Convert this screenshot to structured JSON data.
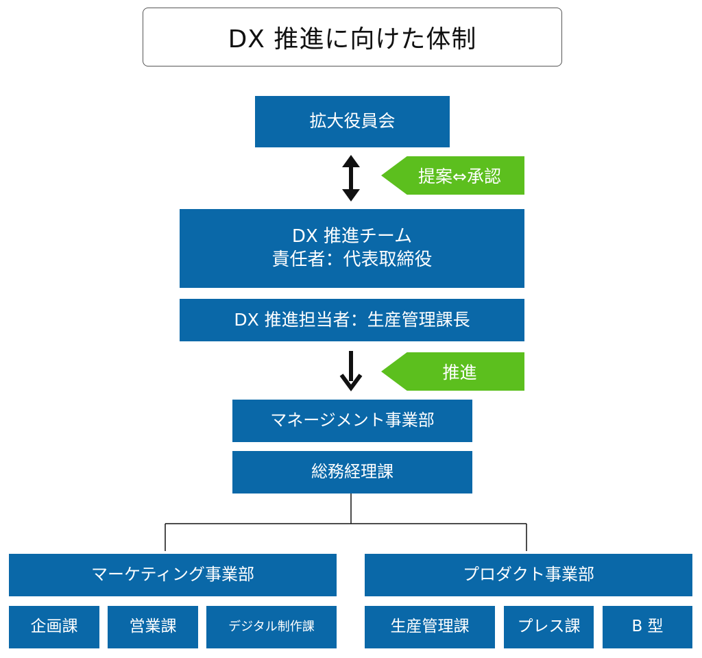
{
  "title": "DX 推進に向けた体制",
  "board": "拡大役員会",
  "proposal_tag": "提案⇔承認",
  "dx_team": {
    "line1": "DX 推進チーム",
    "line2": "責任者：代表取締役"
  },
  "dx_manager": "DX 推進担当者：生産管理課長",
  "promote_tag": "推進",
  "management_division": "マネージメント事業部",
  "general_affairs": "総務経理課",
  "marketing": {
    "division": "マーケティング事業部",
    "sections": [
      "企画課",
      "営業課",
      "デジタル制作課"
    ]
  },
  "product": {
    "division": "プロダクト事業部",
    "sections": [
      "生産管理課",
      "プレス課",
      "B 型"
    ]
  },
  "colors": {
    "box_blue": "#0a68a8",
    "tag_green": "#5cbf1e",
    "text_white": "#ffffff"
  }
}
